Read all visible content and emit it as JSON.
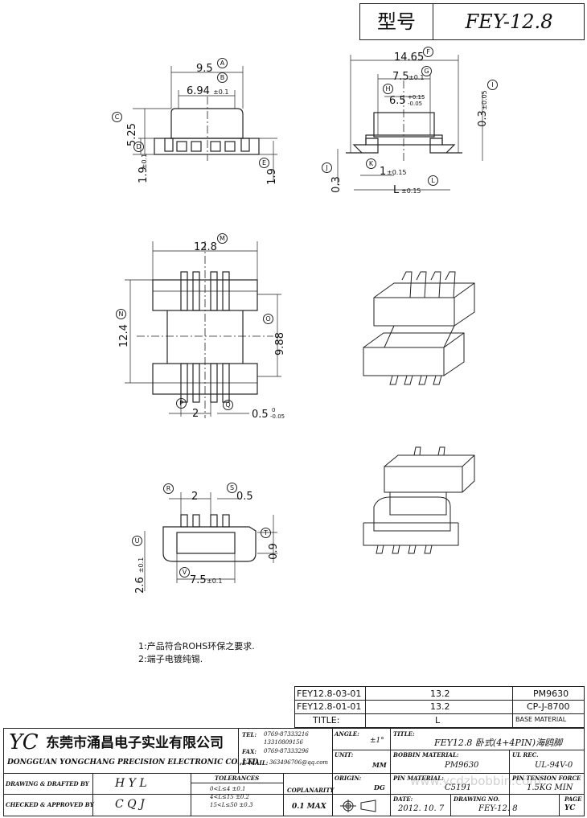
{
  "header": {
    "model_label": "型号",
    "model_value": "FEY-12.8"
  },
  "dims": {
    "a": "9.5",
    "b": "6.94",
    "b_tol": "±0.1",
    "c": "5.25",
    "d": "1.9",
    "d_tol": "±0.1",
    "e": "1.9",
    "f": "14.65",
    "g": "7.5",
    "g_tol": "±0.1",
    "h": "6.5",
    "h_tol_up": "+0.15",
    "h_tol_dn": "-0.05",
    "i": "0.3",
    "i_tol": "±0.05",
    "j": "0.3",
    "k": "1",
    "k_tol": "±0.15",
    "l": "L",
    "l_tol": "±0.15",
    "m": "12.8",
    "n": "12.4",
    "o": "9.88",
    "p": "2",
    "q": "0.5",
    "q_tol_up": "0",
    "q_tol_dn": "-0.05",
    "r": "2",
    "s": "0.5",
    "t": "0.9",
    "u": "2.6",
    "u_tol": "±0.1",
    "v": "7.5",
    "v_tol": "±0.1"
  },
  "callouts": [
    "A",
    "B",
    "C",
    "D",
    "E",
    "F",
    "G",
    "H",
    "I",
    "J",
    "K",
    "L",
    "M",
    "N",
    "O",
    "P",
    "Q",
    "R",
    "S",
    "T",
    "U",
    "V"
  ],
  "notes": [
    "1:产品符合ROHS环保之要求.",
    "2:端子电镀纯锡."
  ],
  "material_table": {
    "rows": [
      {
        "part": "FEY12.8-03-01",
        "value": "13.2",
        "material": "PM9630"
      },
      {
        "part": "FEY12.8-01-01",
        "value": "13.2",
        "material": "CP-J-8700"
      }
    ],
    "footer": {
      "title_label": "TITLE:",
      "value": "L",
      "material": "BASE MATERIAL"
    }
  },
  "title_block": {
    "logo": "YC",
    "company_cn": "东莞市涌昌电子实业有限公司",
    "company_en": "DONGGUAN YONGCHANG PRECISION ELECTRONIC CO.,LTD",
    "tel_label": "TEL:",
    "tel_1": "0769-87333216",
    "tel_2": "13310809156",
    "fax_label": "FAX:",
    "fax": "0769-87333296",
    "email_label": "E-MAIL:",
    "email": "363496706@qq.com",
    "angle_label": "ANGLE:",
    "angle": "±1°",
    "title_label": "TITLE:",
    "title": "FEY12.8 卧式(4+4PIN)海鸥脚",
    "unit_label": "UNIT:",
    "unit": "MM",
    "bobbin_label": "BOBBIN MATERIAL:",
    "bobbin": "PM9630",
    "ul_label": "UL REC.",
    "ul": "UL-94V-0",
    "origin_label": "ORIGIN:",
    "origin": "DG",
    "pin_label": "PIN MATERIAL:",
    "pin": "C5191",
    "pin_tension_label": "PIN TENSION FORCE",
    "pin_tension": "1.5KG MIN",
    "drawn_label": "DRAWING & DRAFTED BY",
    "drawn": "H Y L",
    "checked_label": "CHECKED & APPROVED BY",
    "checked": "C Q J",
    "tolerances_label": "TOLERANCES",
    "tol_1": "0<L≤4   ±0.1",
    "tol_2": "4<L≤15  ±0.2",
    "tol_3": "15<L≤50 ±0.3",
    "coplanarity_label": "COPLANARITY",
    "coplanarity": "0.1 MAX",
    "date_label": "DATE:",
    "date": "2012. 10. 7",
    "drawing_no_label": "DRAWING NO.",
    "drawing_no": "FEY-12. 8",
    "page_label": "PAGE",
    "page": "YC",
    "watermark": "www.ycdzbobbin.com"
  }
}
